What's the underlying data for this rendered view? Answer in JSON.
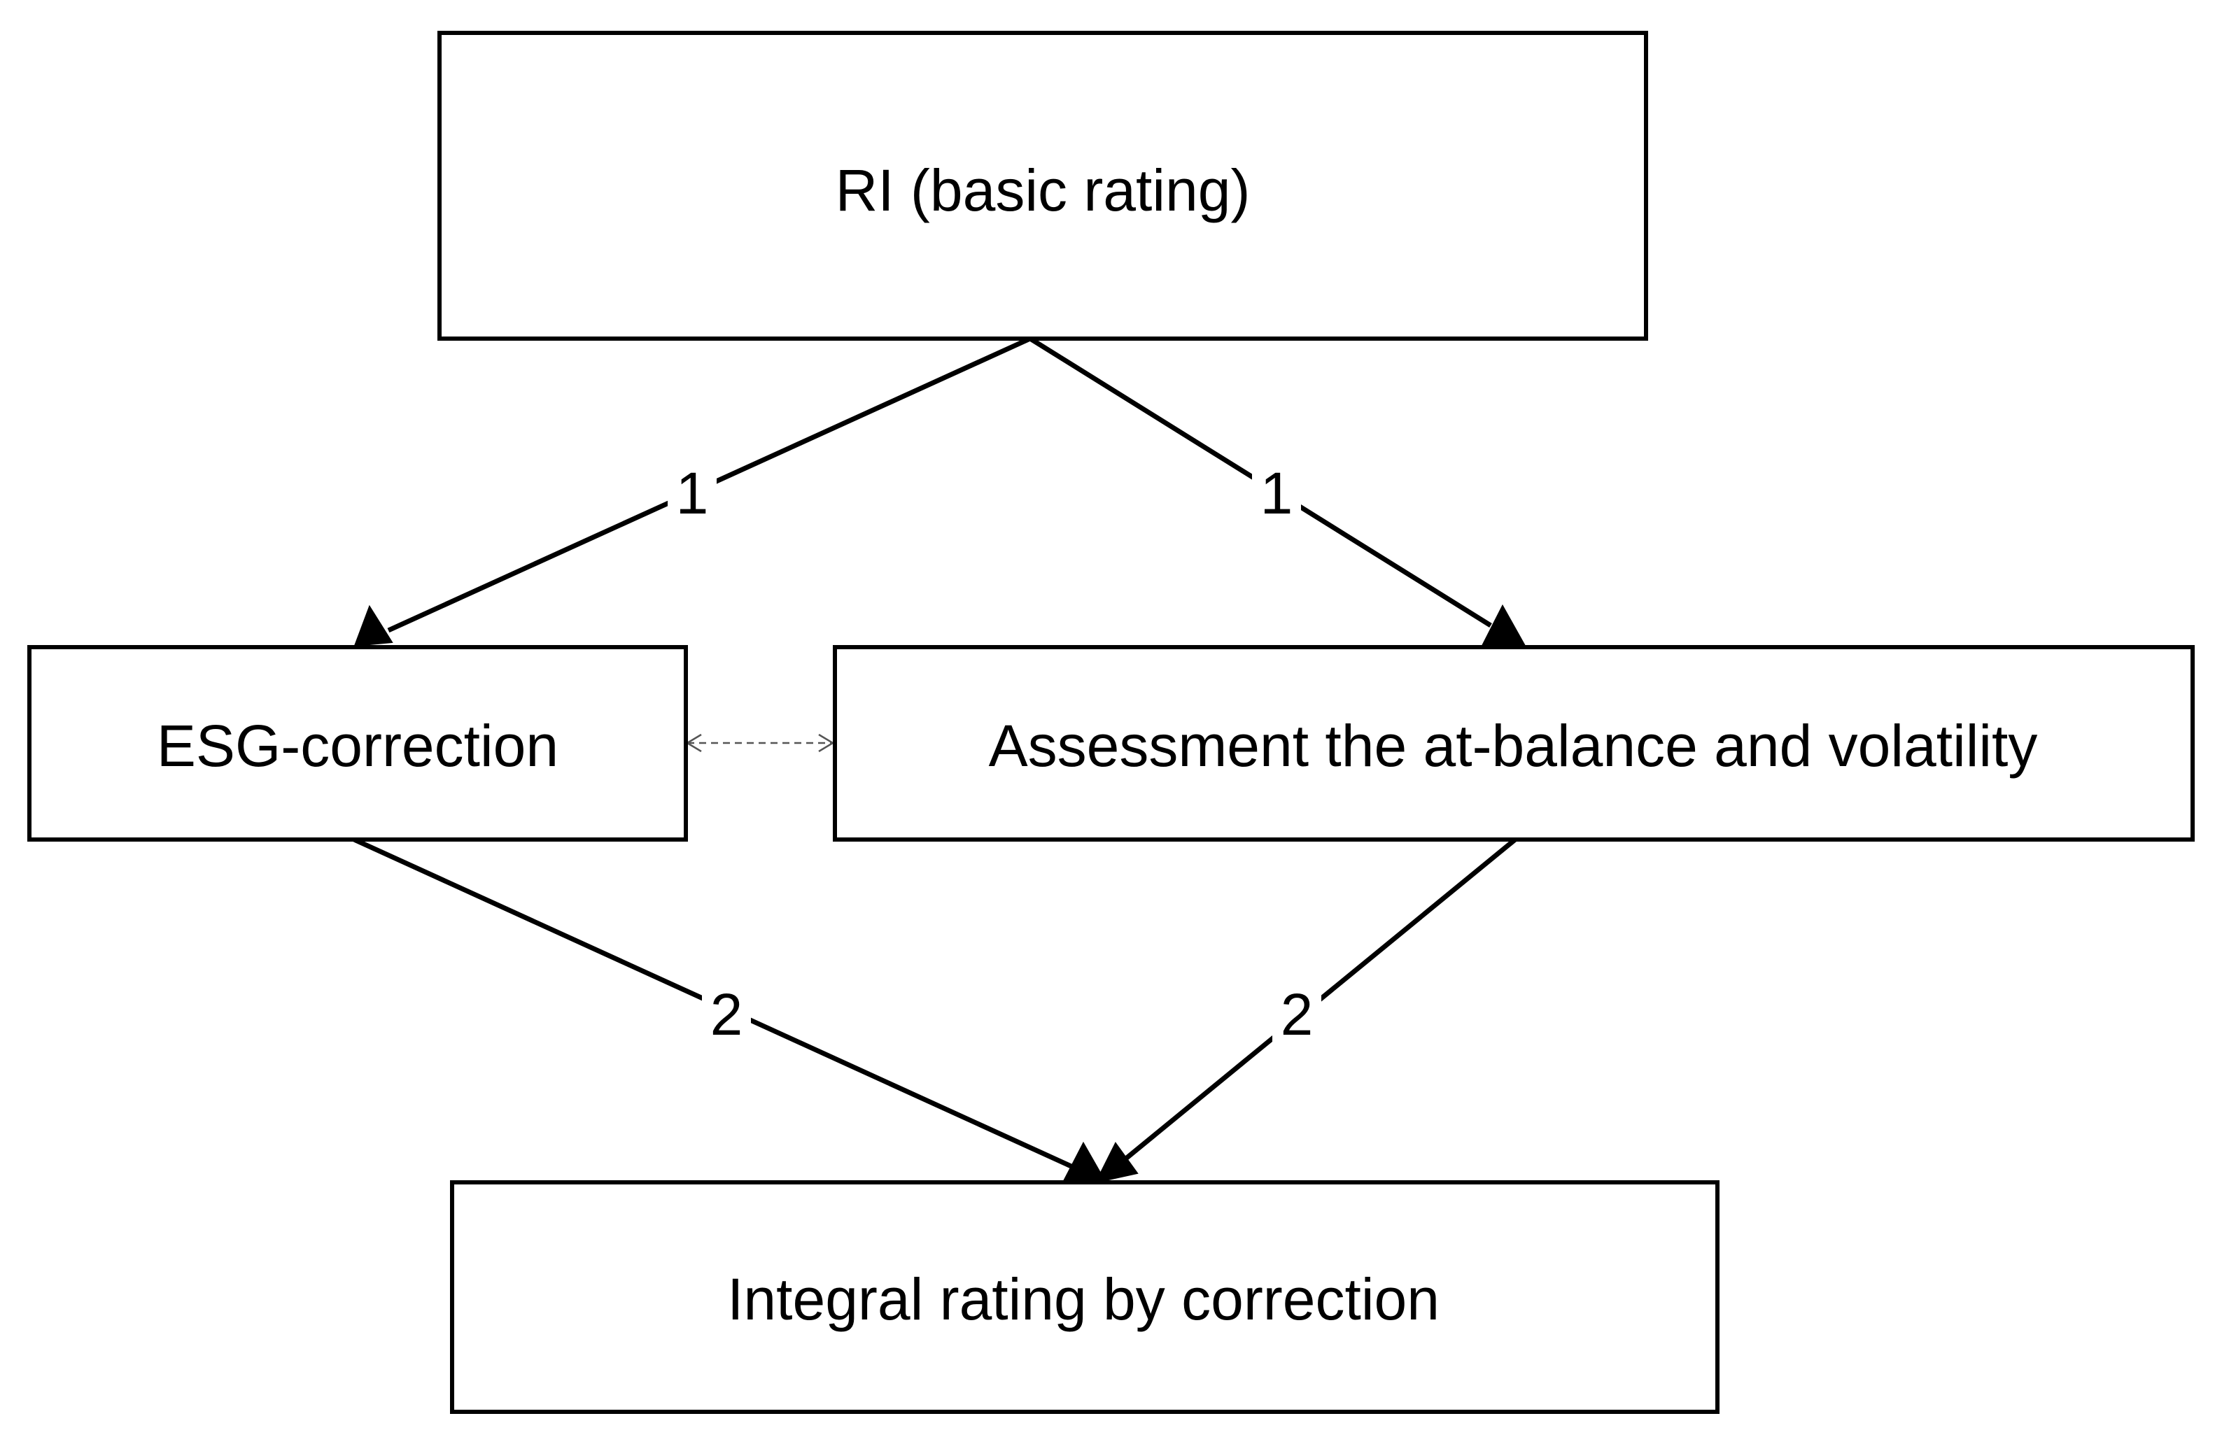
{
  "nodes": {
    "basic_rating": {
      "label": "RI (basic rating)"
    },
    "esg_correction": {
      "label": "ESG-correction"
    },
    "assessment": {
      "label": "Assessment the at-balance and volatility"
    },
    "integral_rating": {
      "label": "Integral rating by correction"
    }
  },
  "edges": {
    "basic_to_esg": {
      "label": "1"
    },
    "basic_to_assessment": {
      "label": "1"
    },
    "esg_to_integral": {
      "label": "2"
    },
    "assessment_to_integral": {
      "label": "2"
    }
  },
  "colors": {
    "stroke": "#000000",
    "dashed_link": "#555555",
    "background": "#ffffff"
  }
}
